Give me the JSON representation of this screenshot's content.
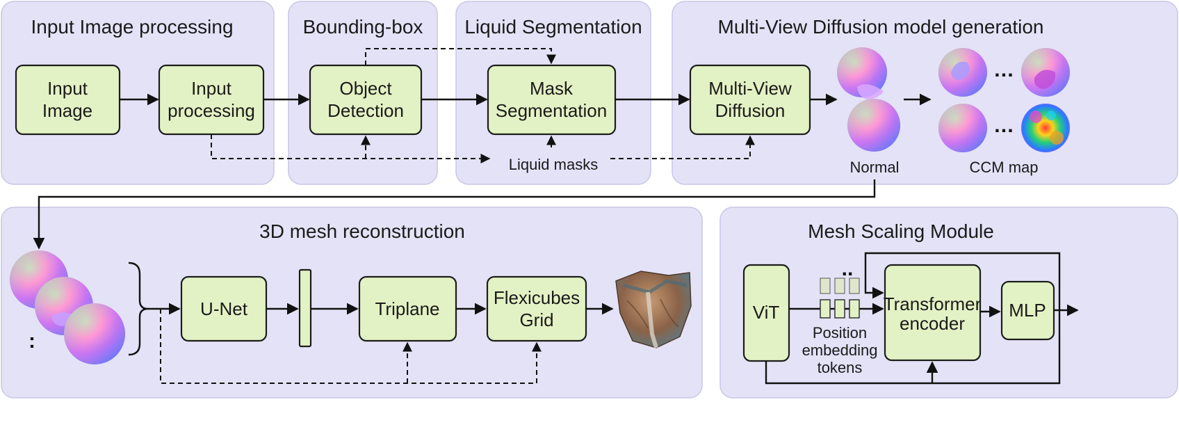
{
  "panels": {
    "input_processing": "Input Image processing",
    "bounding_box": "Bounding-box",
    "liquid_segmentation": "Liquid Segmentation",
    "multiview": "Multi-View Diffusion model generation",
    "mesh_reconstruction": "3D mesh reconstruction",
    "mesh_scaling": "Mesh Scaling Module"
  },
  "boxes": {
    "input_image": [
      "Input",
      "Image"
    ],
    "input_processing": [
      "Input",
      "processing"
    ],
    "object_detection": [
      "Object",
      "Detection"
    ],
    "mask_segmentation": [
      "Mask",
      "Segmentation"
    ],
    "multiview_diffusion": [
      "Multi-View",
      "Diffusion"
    ],
    "unet": "U-Net",
    "triplane": "Triplane",
    "flexicubes": [
      "Flexicubes",
      "Grid"
    ],
    "vit": "ViT",
    "transformer": [
      "Transformer",
      "encoder"
    ],
    "mlp": "MLP"
  },
  "labels": {
    "liquid_masks": "Liquid masks",
    "normal": "Normal",
    "ccm_map": "CCM map",
    "position_embedding": [
      "Position",
      "embedding",
      "tokens"
    ],
    "ellipsis": "…",
    "two_dots": "..",
    "dots_vertical": ":"
  },
  "icons": {
    "normal_sphere": "normal-map-sphere-icon",
    "ccm_sphere": "ccm-map-sphere-icon",
    "mesh_render": "reconstructed-mesh-icon",
    "token": "embedding-token-icon"
  },
  "colors": {
    "panel": "#e4e2f6",
    "box": "#e3f2c4",
    "stroke": "#1c1c1c"
  }
}
